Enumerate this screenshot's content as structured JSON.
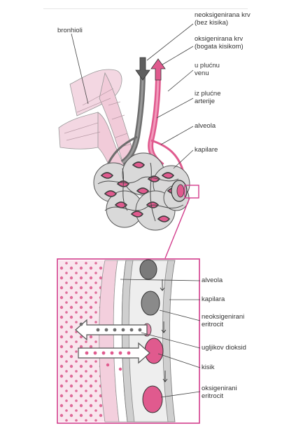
{
  "diagram": {
    "labels": {
      "bronhioli": "bronhioli",
      "deoxy_blood": [
        "neoksigenirana krv",
        "(bez kisika)"
      ],
      "oxy_blood": [
        "oksigenirana krv",
        "(bogata kisikom)"
      ],
      "to_pulm_vein": [
        "u plućnu",
        "venu"
      ],
      "from_pulm_artery": [
        "iz plućne",
        "arterije"
      ],
      "alveola": "alveola",
      "kapilare": "kapilare"
    },
    "inset_labels": {
      "alveola": "alveola",
      "kapilara": "kapilara",
      "deoxy_rbc": [
        "neoksigenirani",
        "eritrocit"
      ],
      "co2": "ugljikov dioksid",
      "o2": "kisik",
      "oxy_rbc": [
        "oksigenirani",
        "eritrocit"
      ]
    },
    "colors": {
      "pink": "#e05a8e",
      "pink_light": "#f6d3e0",
      "gray": "#6e6e6e",
      "gray_light": "#c7c7c7",
      "frame": "#d23c8c"
    }
  }
}
